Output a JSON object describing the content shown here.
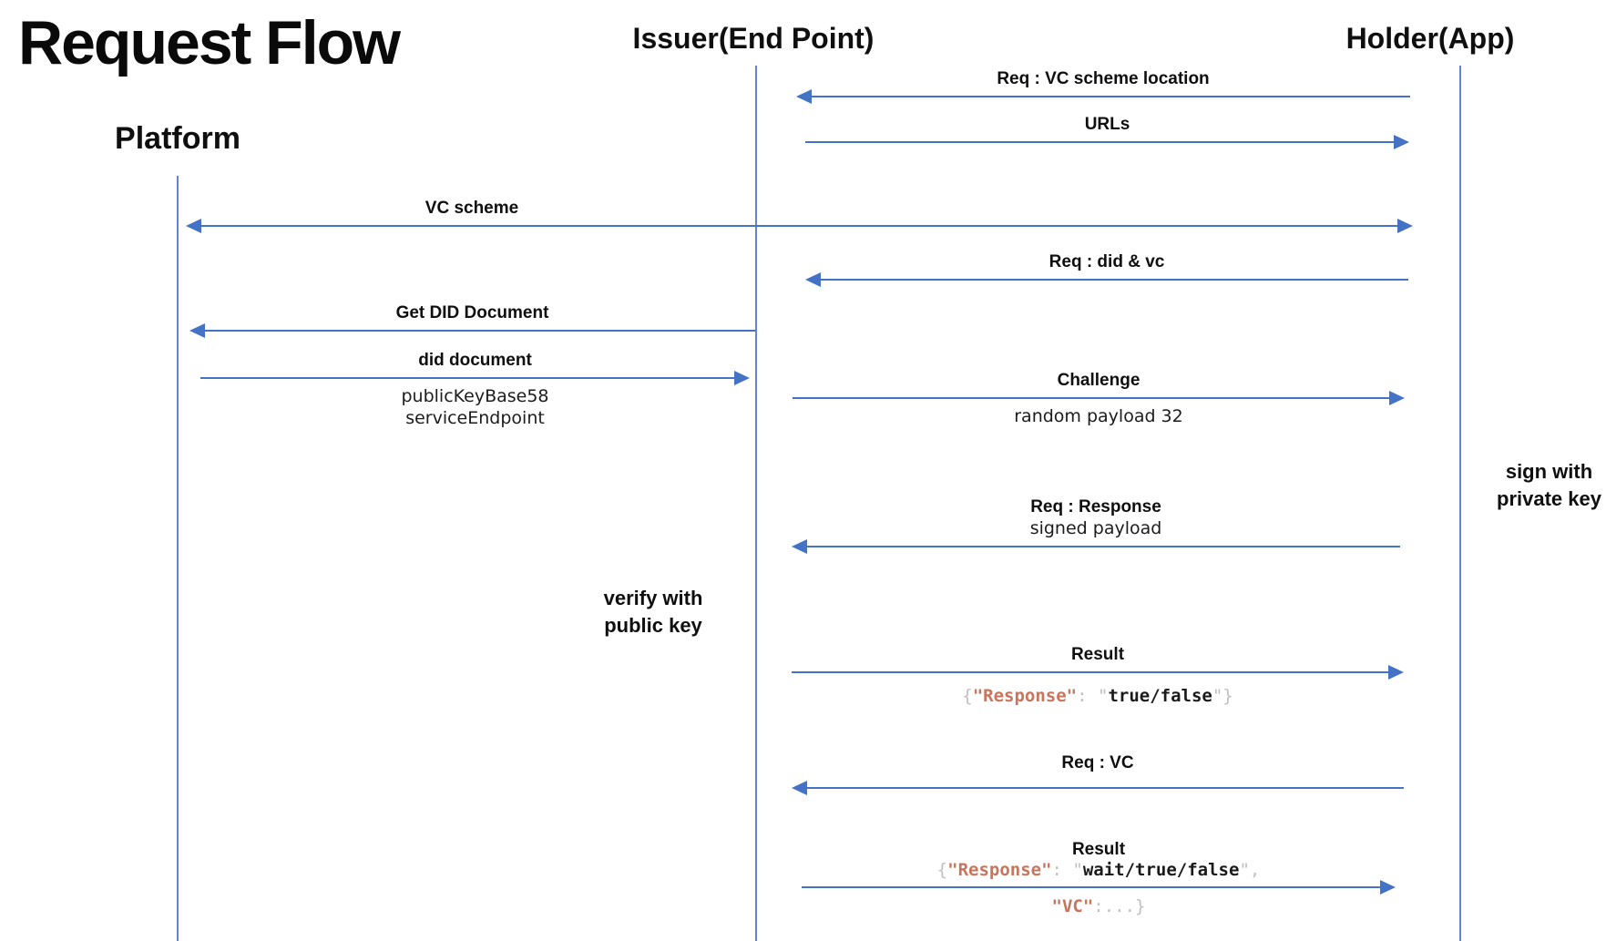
{
  "title": "Request Flow",
  "actors": {
    "platform": {
      "label": "Platform"
    },
    "issuer": {
      "label": "Issuer(End Point)"
    },
    "holder": {
      "label": "Holder(App)"
    }
  },
  "side_notes": {
    "sign_line1": "sign with",
    "sign_line2": "private key",
    "verify_line1": "verify with",
    "verify_line2": "public key"
  },
  "messages": {
    "req_vc_scheme_location": {
      "label": "Req : VC scheme location",
      "direction": "left",
      "from": "holder",
      "to": "issuer"
    },
    "urls": {
      "label": "URLs",
      "direction": "right",
      "from": "issuer",
      "to": "holder"
    },
    "vc_scheme": {
      "label": "VC scheme",
      "direction": "both",
      "from": "holder",
      "to": "platform"
    },
    "req_did_vc": {
      "label": "Req : did & vc",
      "direction": "left",
      "from": "holder",
      "to": "issuer"
    },
    "get_did_document": {
      "label": "Get DID Document",
      "direction": "left",
      "from": "issuer",
      "to": "platform"
    },
    "did_document": {
      "label": "did document",
      "sub1": "publicKeyBase58",
      "sub2": "serviceEndpoint",
      "direction": "right",
      "from": "platform",
      "to": "issuer"
    },
    "challenge": {
      "label": "Challenge",
      "sub": "random payload 32",
      "direction": "right",
      "from": "issuer",
      "to": "holder"
    },
    "req_response": {
      "label": "Req : Response",
      "sub": "signed payload",
      "direction": "left",
      "from": "holder",
      "to": "issuer"
    },
    "result_response": {
      "label": "Result",
      "direction": "right",
      "from": "issuer",
      "to": "holder",
      "code": {
        "open": "{",
        "key": "\"Response\"",
        "mid": ": \"",
        "value": "true/false",
        "close": "\"}"
      }
    },
    "req_vc": {
      "label": "Req : VC",
      "direction": "left",
      "from": "holder",
      "to": "issuer"
    },
    "result_vc": {
      "label": "Result",
      "direction": "right",
      "from": "issuer",
      "to": "holder",
      "code_line1": {
        "open": "{",
        "key": "\"Response\"",
        "mid": ": \"",
        "value": "wait/true/false",
        "close": "\","
      },
      "code_line2": {
        "key": "\"VC\"",
        "rest": ":...}"
      }
    }
  },
  "colors": {
    "arrow_blue": "#4472C4",
    "code_key_salmon": "#C9745C",
    "code_punct_gray": "#BFBFBF",
    "code_value_black": "#1A1A1A"
  }
}
